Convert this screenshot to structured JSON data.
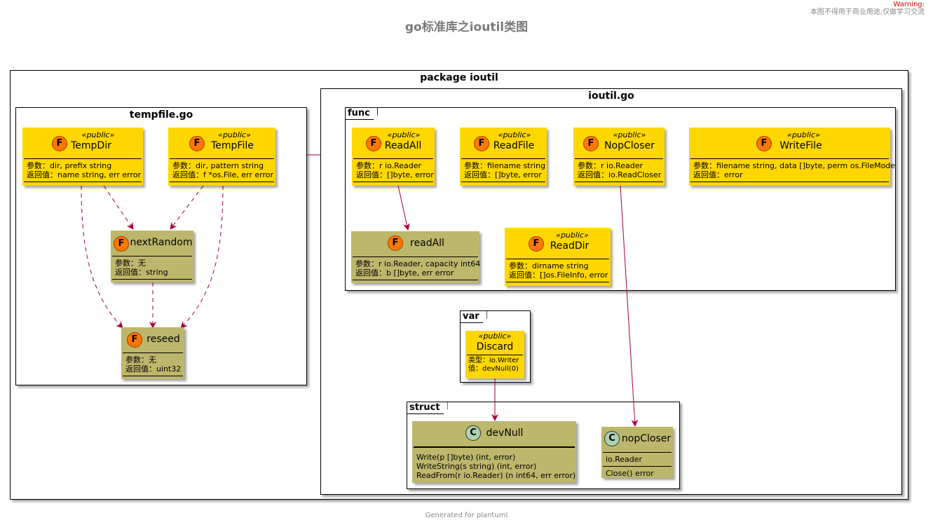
{
  "header": {
    "title": "go标准库之ioutil类图",
    "warning_label": "Warning:",
    "warning_text": "本图不得用于商业用途,仅做学习交流"
  },
  "footer": {
    "text": "Generated for plantuml"
  },
  "package": {
    "label": "package ioutil",
    "tempfile": {
      "label": "tempfile.go",
      "TempDir": {
        "stereotype": "«public»",
        "name": "TempDir",
        "params": "参数：dir, prefix string",
        "returns": "返回值：name string, err error"
      },
      "TempFile": {
        "stereotype": "«public»",
        "name": "TempFile",
        "params": "参数：dir, pattern string",
        "returns": "返回值：f *os.File, err error"
      },
      "nextRandom": {
        "name": "nextRandom",
        "params": "参数：无",
        "returns": "返回值：string"
      },
      "reseed": {
        "name": "reseed",
        "params": "参数：无",
        "returns": "返回值：uint32"
      }
    },
    "ioutil_go": {
      "label": "ioutil.go",
      "func_tab": "func",
      "var_tab": "var",
      "struct_tab": "struct",
      "ReadAll": {
        "stereotype": "«public»",
        "name": "ReadAll",
        "params": "参数：r io.Reader",
        "returns": "返回值：[]byte, error"
      },
      "ReadFile": {
        "stereotype": "«public»",
        "name": "ReadFile",
        "params": "参数：filename string",
        "returns": "返回值：[]byte, error"
      },
      "NopCloser": {
        "stereotype": "«public»",
        "name": "NopCloser",
        "params": "参数：r io.Reader",
        "returns": "返回值：io.ReadCloser"
      },
      "WriteFile": {
        "stereotype": "«public»",
        "name": "WriteFile",
        "params": "参数：filename string, data []byte, perm os.FileMode",
        "returns": "返回值：error"
      },
      "readAll": {
        "name": "readAll",
        "params": "参数：r io.Reader, capacity int64",
        "returns": "返回值：b []byte, err error"
      },
      "ReadDir": {
        "stereotype": "«public»",
        "name": "ReadDir",
        "params": "参数：dirname string",
        "returns": "返回值：[]os.FileInfo, error"
      },
      "Discard": {
        "stereotype": "«public»",
        "name": "Discard",
        "type": "类型：io.Writer",
        "value": "值：devNull(0)"
      },
      "devNull": {
        "name": "devNull",
        "methods": [
          "Write(p []byte) (int, error)",
          "WriteString(s string) (int, error)",
          "ReadFrom(r io.Reader) (n int64, err error)"
        ]
      },
      "nopCloser": {
        "name": "nopCloser",
        "field": "io.Reader",
        "method": "Close() error"
      }
    }
  },
  "icons": {
    "function": "F",
    "class": "C"
  },
  "colors": {
    "public_fill": "#ffd700",
    "private_fill": "#bdb76b",
    "edge": "#a80036",
    "badge_function": "#ff7700",
    "badge_class": "#add1b2"
  }
}
